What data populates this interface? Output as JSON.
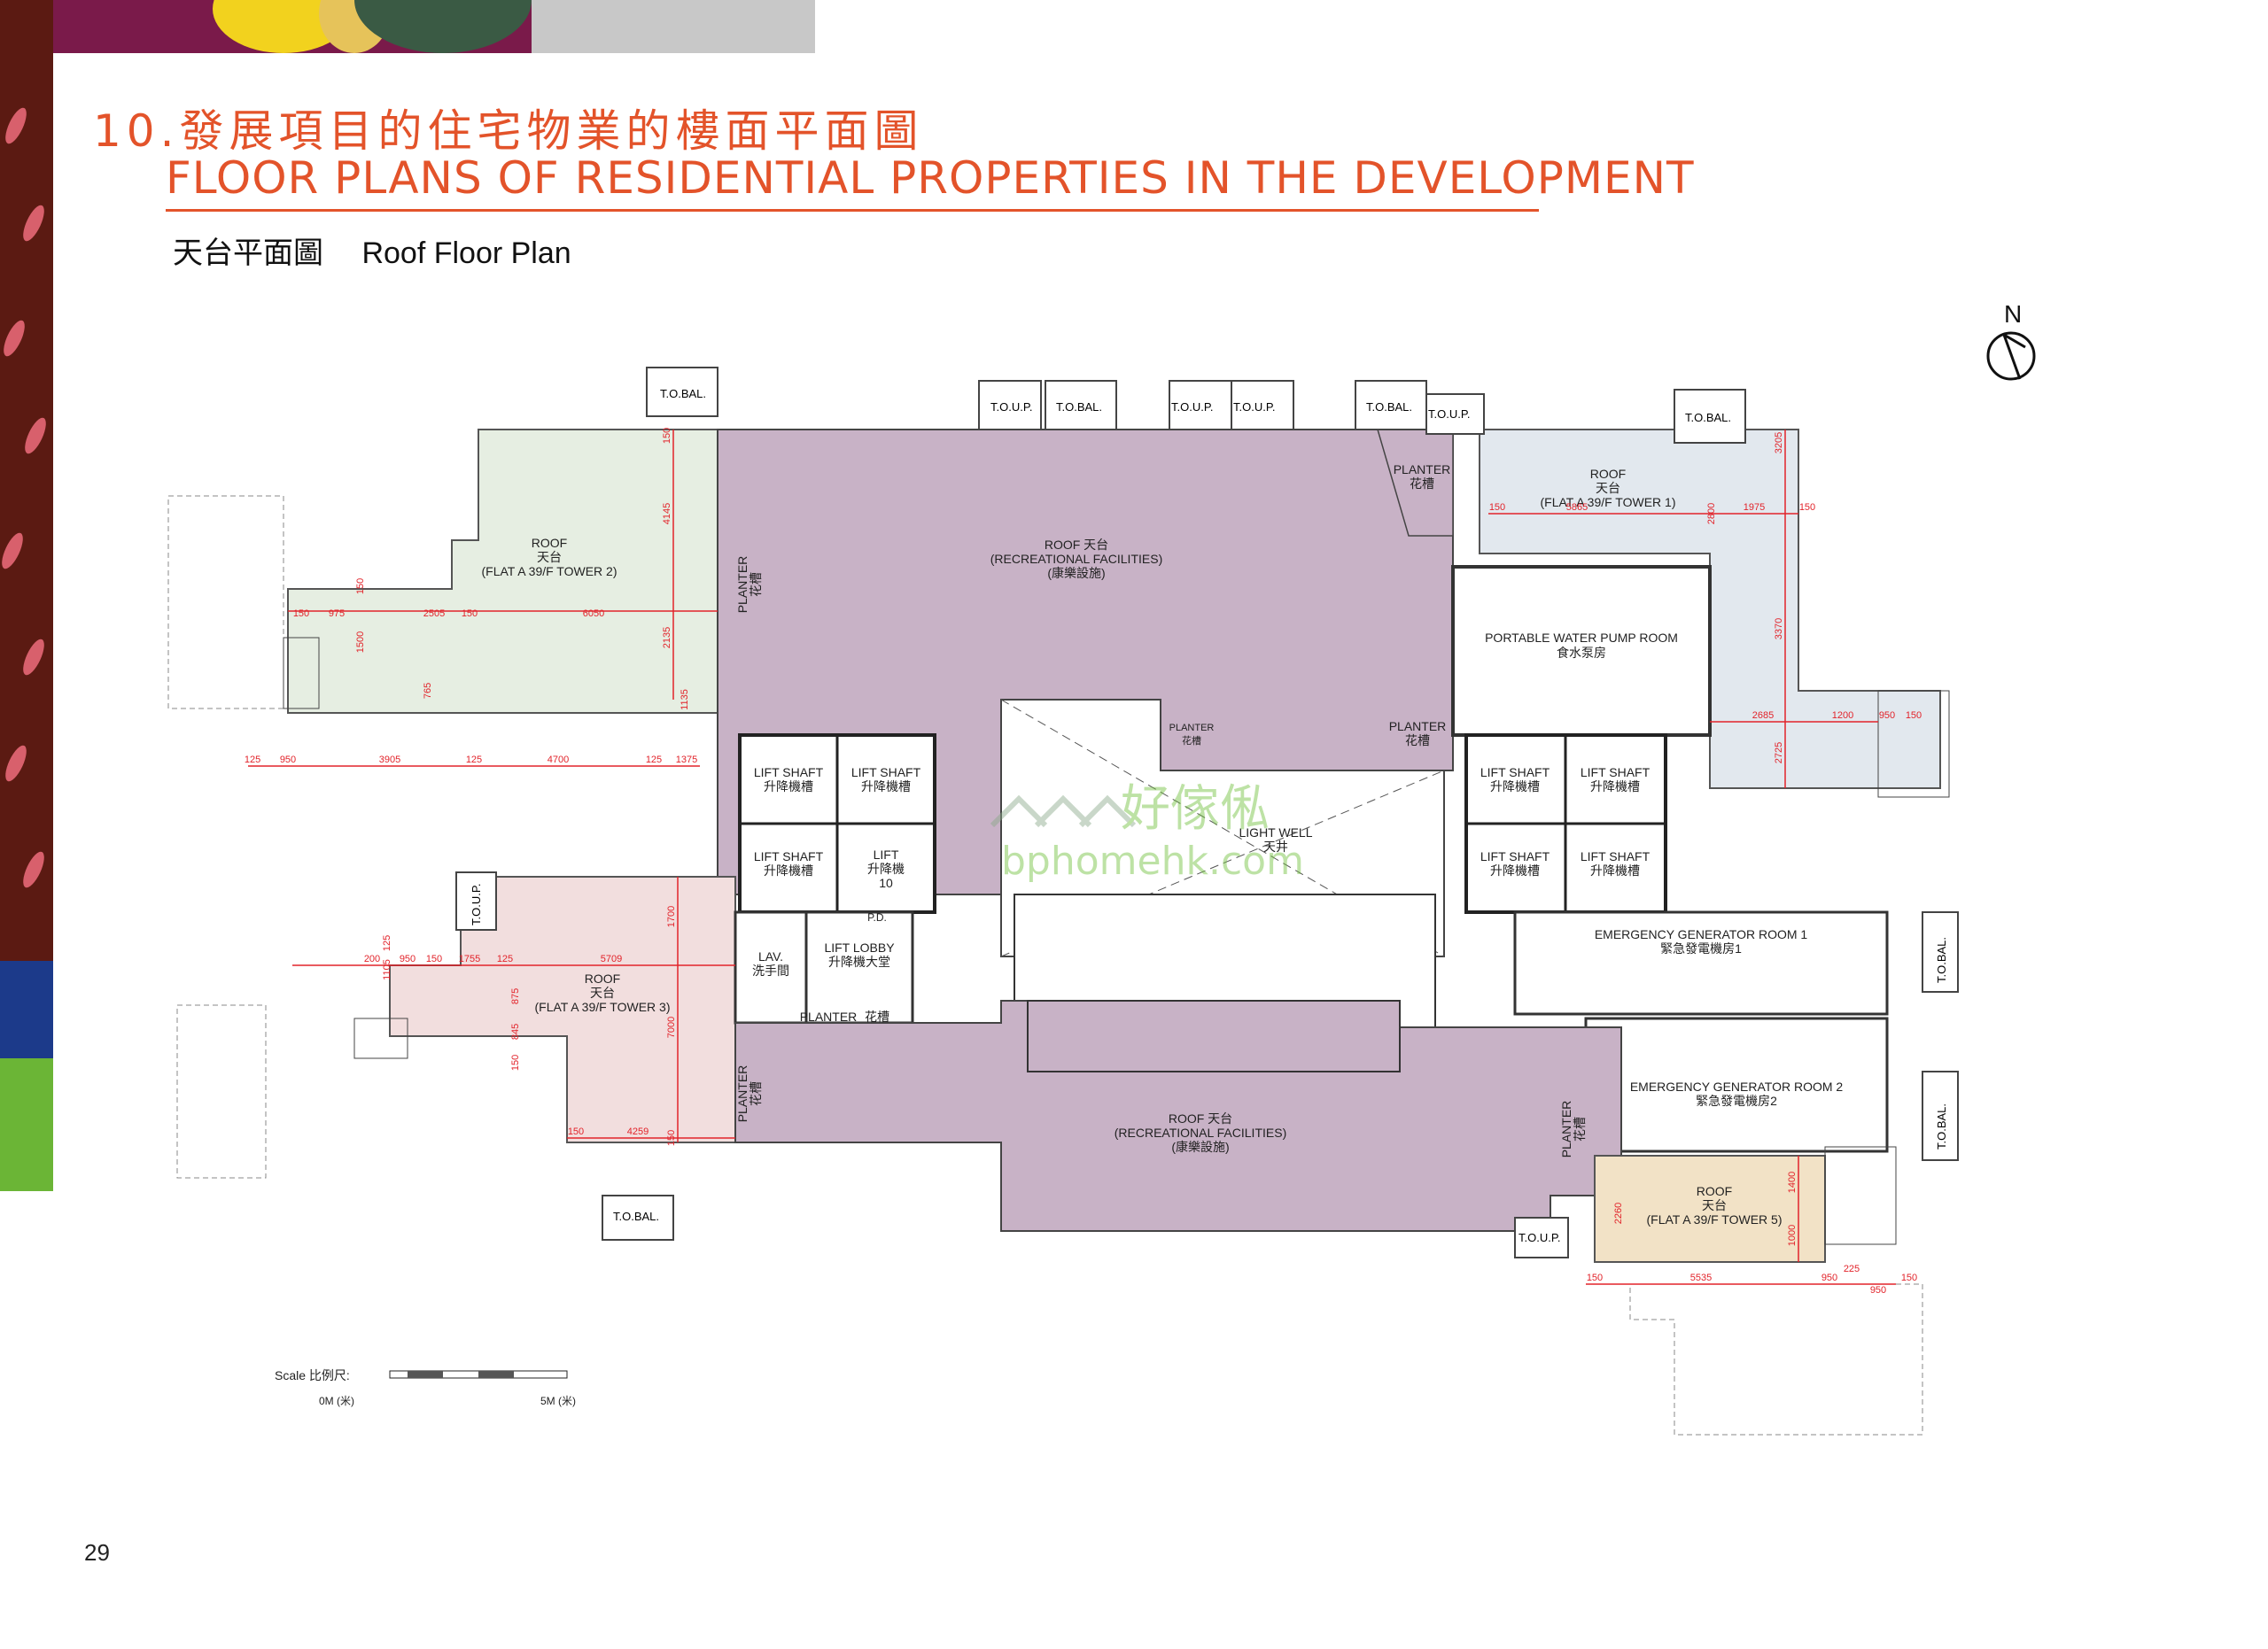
{
  "header": {
    "title_zh": "10.發展項目的住宅物業的樓面平面圖",
    "title_en": "FLOOR PLANS OF RESIDENTIAL PROPERTIES IN THE DEVELOPMENT",
    "subtitle": "天台平面圖 　Roof Floor Plan"
  },
  "north": "N",
  "page_number": "29",
  "watermark": {
    "brand": "好傢俬",
    "url": "bphomehk.com"
  },
  "scale": {
    "label": "Scale 比例尺:",
    "start": "0M (米)",
    "end": "5M (米)"
  },
  "colors": {
    "accent": "#e3532a",
    "recreational": "#c8b2c6",
    "tower2": "#e6eee2",
    "tower1": "#e2e8ee",
    "tower3": "#f2dede",
    "tower5": "#f2e2c6",
    "dimension": "#e2232a"
  },
  "plan": {
    "tobal": "T.O.BAL.",
    "toup": "T.O.U.P.",
    "roof_t2": {
      "l1": "ROOF",
      "l2": "天台",
      "l3": "(FLAT A 39/F TOWER 2)"
    },
    "roof_t1": {
      "l1": "ROOF",
      "l2": "天台",
      "l3": "(FLAT A 39/F TOWER 1)"
    },
    "roof_t3": {
      "l1": "ROOF",
      "l2": "天台",
      "l3": "(FLAT A 39/F TOWER 3)"
    },
    "roof_t5": {
      "l1": "ROOF",
      "l2": "天台",
      "l3": "(FLAT A 39/F TOWER 5)"
    },
    "rec": {
      "l1": "ROOF 天台",
      "l2": "(RECREATIONAL FACILITIES)",
      "l3": "(康樂設施)"
    },
    "planter": "PLANTER",
    "planter_zh": "花槽",
    "lift_shaft": "LIFT SHAFT",
    "lift_shaft_zh": "升降機槽",
    "lift": {
      "l1": "LIFT",
      "l2": "升降機",
      "l3": "10"
    },
    "lift_lobby": {
      "l1": "LIFT LOBBY",
      "l2": "升降機大堂"
    },
    "lav": {
      "l1": "LAV.",
      "l2": "洗手間"
    },
    "light_well": {
      "l1": "LIGHT WELL",
      "l2": "天井"
    },
    "pump_room": {
      "l1": "PORTABLE WATER PUMP ROOM",
      "l2": "食水泵房"
    },
    "gen1": {
      "l1": "EMERGENCY GENERATOR ROOM 1",
      "l2": "緊急發電機房1"
    },
    "gen2": {
      "l1": "EMERGENCY GENERATOR ROOM 2",
      "l2": "緊急發電機房2"
    },
    "pd": "P.D.",
    "dims": {
      "t2_row": [
        "150",
        "975",
        "2505",
        "150",
        "6050"
      ],
      "t2_v": [
        "150",
        "4145",
        "2135",
        "1135",
        "765",
        "1500",
        "150"
      ],
      "mid_row": [
        "125",
        "950",
        "3905",
        "125",
        "4700",
        "125",
        "1375"
      ],
      "t3_row": [
        "200",
        "950",
        "150",
        "1755",
        "125",
        "5709"
      ],
      "t3_v": [
        "1700",
        "125",
        "1105",
        "875",
        "845",
        "150",
        "7000",
        "150"
      ],
      "t3_bottom": [
        "150",
        "4259"
      ],
      "t1_row": [
        "150",
        "5865",
        "1975",
        "150"
      ],
      "t1_v": [
        "3205",
        "2800",
        "3370",
        "2725"
      ],
      "t1_lower": [
        "2685",
        "1200",
        "950",
        "150"
      ],
      "t5_row": [
        "150",
        "5535",
        "950",
        "150",
        "225",
        "950"
      ],
      "t5_v": [
        "2260",
        "1400",
        "1000"
      ]
    }
  }
}
